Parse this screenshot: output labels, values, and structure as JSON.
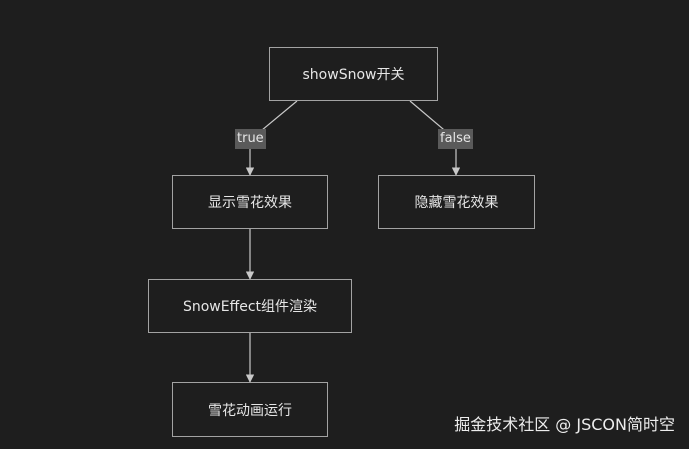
{
  "diagram": {
    "nodes": {
      "root": "showSnow开关",
      "show": "显示雪花效果",
      "hide": "隐藏雪花效果",
      "render": "SnowEffect组件渲染",
      "run": "雪花动画运行"
    },
    "edges": {
      "true_label": "true",
      "false_label": "false"
    }
  },
  "watermark": "掘金技术社区 @ JSCON简时空"
}
